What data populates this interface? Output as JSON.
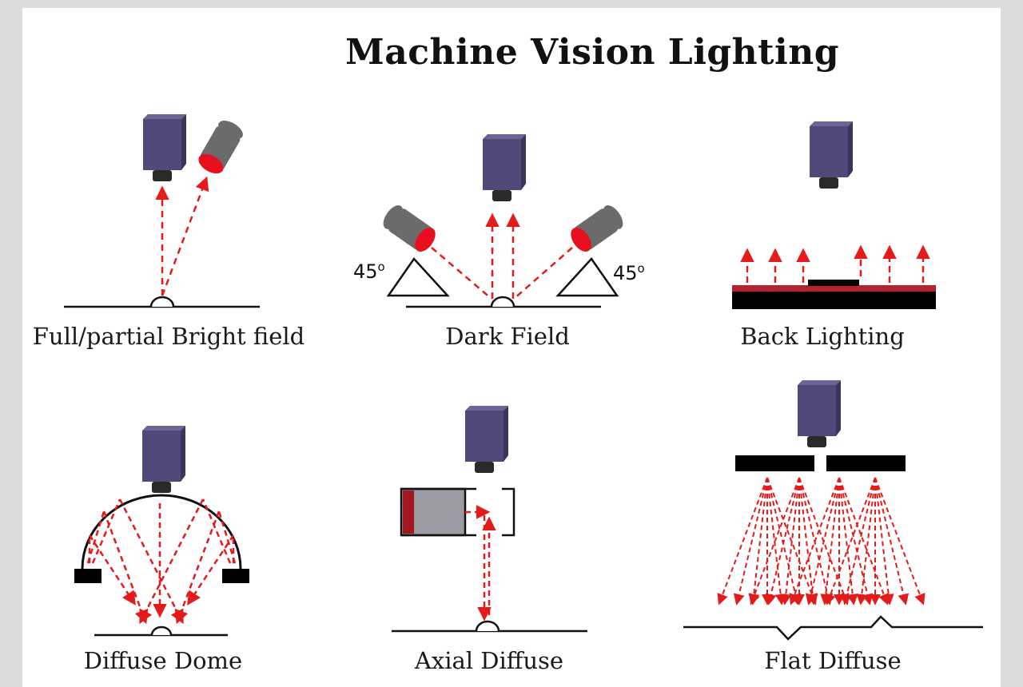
{
  "title": "Machine Vision Lighting",
  "panels": {
    "bright_field": "Full/partial Bright field",
    "dark_field": "Dark Field",
    "back_lighting": "Back Lighting",
    "diffuse_dome": "Diffuse Dome",
    "axial_diffuse": "Axial Diffuse",
    "flat_diffuse": "Flat Diffuse"
  },
  "angle_label": "45",
  "angle_unit": "o",
  "colors": {
    "camera": "#4f4a7a",
    "lens": "#2a2a2a",
    "light_body": "#6b6b6b",
    "light_emitter": "#e8101e",
    "ray": "#e31b1b",
    "backlight_panel": "#b2232f"
  }
}
